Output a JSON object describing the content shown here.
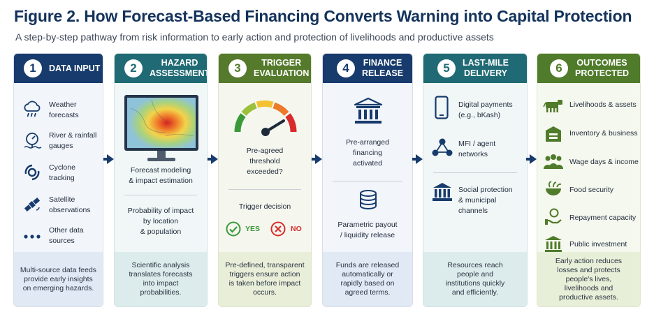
{
  "title": "Figure 2. How Forecast-Based Financing Converts Warning into Capital Protection",
  "subtitle": "A step-by-step pathway from risk information to early action and protection of livelihoods and productive assets",
  "colors": {
    "navy": "#173b6c",
    "teal": "#1f6a74",
    "green": "#557a2b",
    "gauge_red": "#d92b2b",
    "gauge_green": "#3a9a3a"
  },
  "steps": [
    {
      "number": "1",
      "header": [
        "DATA INPUT"
      ],
      "items": [
        {
          "icon": "cloud-rain-icon",
          "lines": [
            "Weather",
            "forecasts"
          ]
        },
        {
          "icon": "river-gauge-icon",
          "lines": [
            "River & rainfall",
            "gauges"
          ]
        },
        {
          "icon": "cyclone-icon",
          "lines": [
            "Cyclone",
            "tracking"
          ]
        },
        {
          "icon": "satellite-icon",
          "lines": [
            "Satellite",
            "observations"
          ]
        },
        {
          "icon": "more-dots-icon",
          "lines": [
            "Other data",
            "sources"
          ]
        }
      ],
      "footer": [
        "Multi-source data feeds",
        "provide early insights",
        "on emerging hazards."
      ]
    },
    {
      "number": "2",
      "header": [
        "HAZARD",
        "ASSESSMENT"
      ],
      "text_a": [
        "Forecast modeling",
        "& impact estimation"
      ],
      "text_b": [
        "Probability of impact",
        "by location",
        "& population"
      ],
      "footer": [
        "Scientific analysis",
        "translates forecasts",
        "into impact",
        "probabilities."
      ]
    },
    {
      "number": "3",
      "header": [
        "TRIGGER",
        "EVALUATION"
      ],
      "question": [
        "Pre-agreed",
        "threshold",
        "exceeded?"
      ],
      "decision_label": "Trigger decision",
      "yes": "YES",
      "no": "NO",
      "footer": [
        "Pre-defined, transparent",
        "triggers ensure action",
        "is taken before impact",
        "occurs."
      ]
    },
    {
      "number": "4",
      "header": [
        "FINANCE",
        "RELEASE"
      ],
      "text_a": [
        "Pre-arranged",
        "financing",
        "activated"
      ],
      "text_b": [
        "Parametric payout",
        "/ liquidity release"
      ],
      "footer": [
        "Funds are released",
        "automatically or",
        "rapidly based on",
        "agreed terms."
      ]
    },
    {
      "number": "5",
      "header": [
        "LAST-MILE",
        "DELIVERY"
      ],
      "items": [
        {
          "icon": "mobile-phone-icon",
          "lines": [
            "Digital payments",
            "(e.g., bKash)"
          ]
        },
        {
          "icon": "network-people-icon",
          "lines": [
            "MFI / agent",
            "networks"
          ]
        },
        {
          "icon": "government-building-icon",
          "lines": [
            "Social protection",
            "& municipal",
            "channels"
          ]
        }
      ],
      "footer": [
        "Resources reach",
        "people and",
        "institutions quickly",
        "and efficiently."
      ]
    },
    {
      "number": "6",
      "header": [
        "OUTCOMES",
        "PROTECTED"
      ],
      "items": [
        {
          "icon": "cow-icon",
          "label": "Livelihoods & assets"
        },
        {
          "icon": "warehouse-icon",
          "label": "Inventory & business"
        },
        {
          "icon": "workers-icon",
          "label": "Wage days & income"
        },
        {
          "icon": "food-bowl-icon",
          "label": "Food security"
        },
        {
          "icon": "hand-coin-icon",
          "label": "Repayment capacity"
        },
        {
          "icon": "public-building-icon",
          "label": "Public investment"
        }
      ],
      "footer": [
        "Early action reduces",
        "losses and protects",
        "people's lives,",
        "livelihoods and",
        "productive assets."
      ]
    }
  ]
}
